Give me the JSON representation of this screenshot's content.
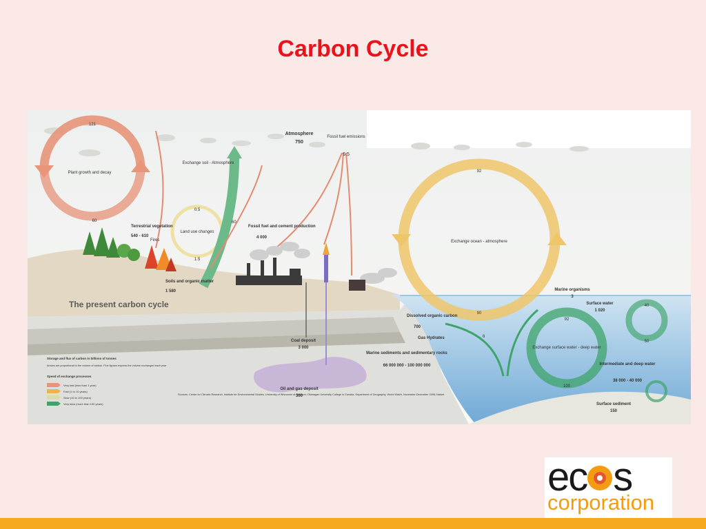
{
  "slide": {
    "title": "Carbon Cycle"
  },
  "diagram": {
    "caption": "The present carbon cycle",
    "labels": {
      "atmosphere": "Atmosphere",
      "atmosphere_value": "750",
      "fossil_emissions": "Fossil fuel emissions",
      "fossil_emissions_value": "5.5",
      "soil_exchange": "Exchange soil - Atmosphere",
      "soil_exchange_value": "60",
      "plant_growth": "Plant growth and decay",
      "plant_top_value": "121",
      "plant_bottom_value": "60",
      "terrestrial": "Terrestrial vegetation",
      "terrestrial_value": "540 - 610",
      "fires": "Fires",
      "land_use": "Land use changes",
      "land_use_top": "0.5",
      "land_use_bottom": "1.5",
      "soils": "Soils and organic matter",
      "soils_value": "1 580",
      "fossil_fuel_cement": "Fossil fuel and cement production",
      "fossil_fuel_cement_value": "4 000",
      "coal": "Coal deposit",
      "coal_value": "3 000",
      "oil_gas": "Oil and gas deposit",
      "oil_gas_value": "300",
      "ocean_exchange": "Exchange ocean - atmosphere",
      "ocean_top_value": "92",
      "ocean_bottom_value": "90",
      "dissolved": "Dissolved organic carbon",
      "dissolved_value": "700",
      "gas_hydrates": "Gas Hydrates",
      "marine_sediments": "Marine sediments and sedimentary rocks",
      "marine_sediments_value": "66 000 000 - 100 000 000",
      "marine_organisms": "Marine organisms",
      "marine_organisms_value": "3",
      "surface_water": "Surface water",
      "surface_water_value": "1 020",
      "surface_deep_exchange": "Exchange surface water - deep water",
      "surface_deep_top": "92",
      "surface_deep_bottom": "100",
      "side_top": "40",
      "side_bottom": "50",
      "small_flow": "6",
      "intermediate": "Intermediate and deep water",
      "intermediate_value": "38 000 - 40 000",
      "surface_sediment": "Surface sediment",
      "surface_sediment_value": "150"
    },
    "legend": {
      "title": "Storage and flux of carbon in billions of tonnes",
      "note": "Arrows are proportional to the volume of carbon. Flux figures express the volume exchanged each year",
      "speed_title": "Speed of exchange processes",
      "items": [
        {
          "label": "Very fast (less than 1 year)",
          "color": "#e8957a"
        },
        {
          "label": "Fast (1 to 10 years)",
          "color": "#efb24e"
        },
        {
          "label": "Slow (10 to 100 years)",
          "color": "#d9dca6"
        },
        {
          "label": "Very slow (more than 100 years)",
          "color": "#3fa46a"
        }
      ]
    },
    "sources": "Sources: Center for Climatic Research, Institute for Environmental Studies, University of Wisconsin at Madison; Okanagan University College in Canada, Department of Geography; World Watch, November-December 1998; Nature."
  },
  "logo": {
    "top_left": "ec",
    "top_right": "s",
    "bottom": "corporation"
  },
  "colors": {
    "title": "#e8141b",
    "bar": "#f6a81c",
    "ocean": "#8fc1e3",
    "fast_arrow": "#e8957a",
    "ocean_arrow": "#efc56a",
    "slow_arrow": "#3fa46a"
  }
}
